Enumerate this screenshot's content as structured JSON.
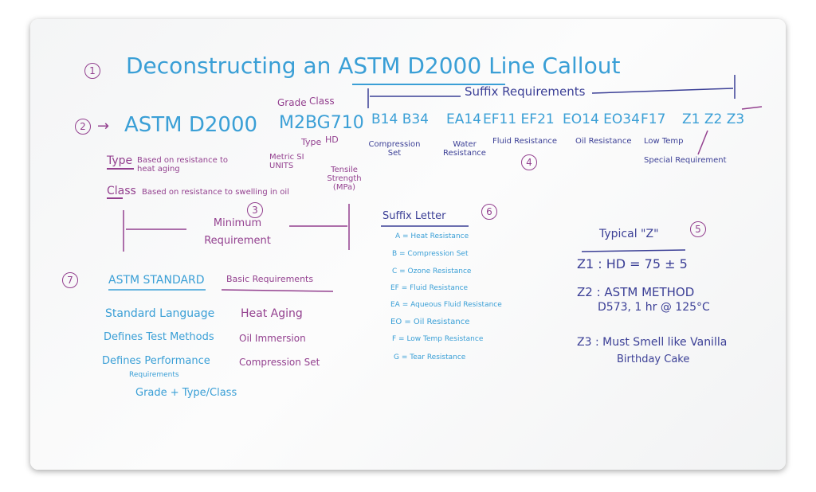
{
  "title": "Deconstructing an ASTM D2000 Line Callout",
  "step_numbers": [
    "1",
    "2",
    "3",
    "4",
    "5",
    "6",
    "7"
  ],
  "callout": {
    "prefix": "ASTM D2000",
    "code": "M2BG710",
    "grade_label": "Grade",
    "class_label": "Class",
    "metric_label": "Metric SI UNITS",
    "type_label": "Type",
    "hd_label": "HD",
    "tensile_label": "Tensile Strength (MPa)"
  },
  "definitions": [
    {
      "term": "Type",
      "text": "Based on resistance to heat aging"
    },
    {
      "term": "Class",
      "text": "Based on resistance to swelling in oil"
    }
  ],
  "minimum_requirement": "Minimum Requirement",
  "suffix": {
    "header": "Suffix Requirements",
    "groups": [
      {
        "codes": "B14  B34",
        "label": "Compression Set"
      },
      {
        "codes": "EA14",
        "label": "Water Resistance"
      },
      {
        "codes": "EF11  EF21",
        "label": "Fluid Resistance"
      },
      {
        "codes": "EO14  EO34",
        "label": "Oil Resistance"
      },
      {
        "codes": "F17",
        "label": "Low Temp"
      },
      {
        "codes": "Z1  Z2  Z3",
        "label": "Special Requirement"
      }
    ]
  },
  "suffix_letter": {
    "header": "Suffix Letter",
    "items": [
      "A = Heat Resistance",
      "B = Compression Set",
      "C = Ozone Resistance",
      "EF = Fluid Resistance",
      "EA = Aqueous Fluid Resistance",
      "EO = Oil Resistance",
      "F = Low Temp Resistance",
      "G = Tear Resistance"
    ]
  },
  "typical_z": {
    "header": "Typical \"Z\"",
    "items": [
      "Z1 : HD = 75 ± 5",
      "Z2 : ASTM METHOD",
      "D573, 1 hr @ 125°C",
      "Z3 : Must Smell like Vanilla",
      "Birthday Cake"
    ]
  },
  "astm_standard": {
    "header": "ASTM STANDARD",
    "items": [
      "Standard Language",
      "Defines Test Methods",
      "Defines Performance",
      "Requirements",
      "Grade + Type/Class"
    ]
  },
  "basic_requirements": {
    "header": "Basic Requirements",
    "items": [
      "Heat Aging",
      "Oil Immersion",
      "Compression Set"
    ]
  }
}
